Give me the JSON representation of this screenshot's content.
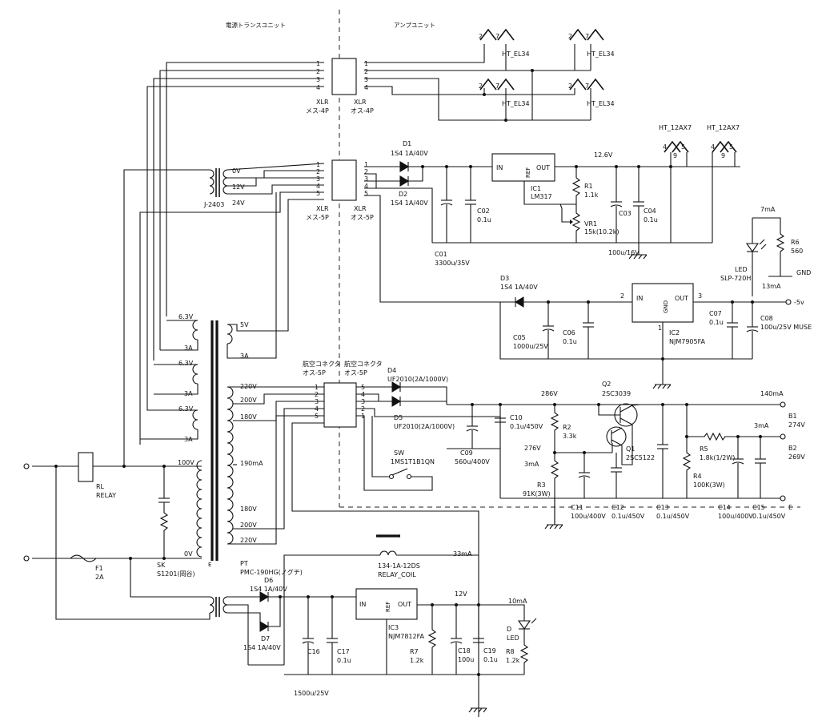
{
  "headers": {
    "left": "電源トランスユニット",
    "right": "アンプユニット"
  },
  "connectors": {
    "xlr4_left": "XLR",
    "xlr4_left_sub": "メス-4P",
    "xlr4_right": "XLR",
    "xlr4_right_sub": "オス-4P",
    "xlr5_left": "XLR",
    "xlr5_left_sub": "メス-5P",
    "xlr5_right": "XLR",
    "xlr5_right_sub": "オス-5P",
    "air_left": "航空コネクタ",
    "air_left_sub": "オス-5P",
    "air_right": "航空コネクタ",
    "air_right_sub": "オス-5P"
  },
  "pins": [
    "1",
    "2",
    "3",
    "4",
    "5"
  ],
  "air_pins_right": [
    "5",
    "4",
    "3",
    "2",
    "1"
  ],
  "tubes": {
    "el34": "HT_EL34",
    "ax7": "HT_12AX7",
    "pin2": "2",
    "pin7": "7",
    "pin4": "4",
    "pin5": "5",
    "pin9": "9"
  },
  "labels": {
    "d1": "D1",
    "d1_val": "1S4 1A/40V",
    "d2": "D2",
    "d2_val": "1S4 1A/40V",
    "ic1_in": "IN",
    "ic1_ref": "REF",
    "ic1_out": "OUT",
    "ic1": "IC1",
    "ic1_val": "LM317",
    "v126": "12.6V",
    "r1": "R1",
    "r1_val": "1.1k",
    "vr1": "VR1",
    "vr1_val": "15k(10.2k)",
    "c03": "C03",
    "c04": "C04",
    "c04_val": "0.1u",
    "c03_val": "100u/16V",
    "c02": "C02",
    "c02_val": "0.1u",
    "c01": "C01",
    "c01_val": "3300u/35V",
    "j2403": "J-2403",
    "t0v": "0V",
    "t12v": "12V",
    "t24v": "24V",
    "ma7": "7mA",
    "r6": "R6",
    "r6_val": "560",
    "gnd": "GND",
    "led": "LED",
    "led_val": "SLP-720H",
    "ma13": "13mA",
    "d3": "D3",
    "d3_val": "1S4 1A/40V",
    "ic2_in": "IN",
    "ic2_gnd": "GND",
    "ic2_out": "OUT",
    "ic2_p1": "1",
    "ic2_p2": "2",
    "ic2_p3": "3",
    "ic2": "IC2",
    "ic2_val": "NJM7905FA",
    "m5v": "-5v",
    "c05": "C05",
    "c05_val": "1000u/25V",
    "c06": "C06",
    "c06_val": "0.1u",
    "c07": "C07",
    "c07_val": "0.1u",
    "c08": "C08",
    "c08_val": "100u/25V MUSE",
    "h63a": "6.3V",
    "h3a": "3A",
    "h5v": "5V",
    "h3a2": "3A",
    "h63b": "6.3V",
    "h3b": "3A",
    "h63c": "6.3V",
    "h3c": "3A",
    "p220a": "220V",
    "p200a": "200V",
    "p180a": "180V",
    "p190ma": "190mA",
    "p180b": "180V",
    "p200b": "200V",
    "p220b": "220V",
    "p100v": "100V",
    "p0v": "0V",
    "d4": "D4",
    "d4_val": "UF2010(2A/1000V)",
    "d5": "D5",
    "d5_val": "UF2010(2A/1000V)",
    "v286": "286V",
    "q2": "Q2",
    "q2_val": "2SC3039",
    "ma140": "140mA",
    "b1": "B1",
    "b1_val": "274V",
    "r2": "R2",
    "r2_val": "3.3k",
    "v276": "276V",
    "ma3a": "3mA",
    "r3": "R3",
    "r3_val": "91K(3W)",
    "q1": "Q1",
    "q1_val": "2SC5122",
    "c09": "C09",
    "c09_val": "560u/400V",
    "c10": "C10",
    "c10_val": "0.1u/450V",
    "c11": "C11",
    "c11_val": "100u/400V",
    "c12": "C12",
    "c12_val": "0.1u/450V",
    "c13": "C13",
    "c13_val": "0.1u/450V",
    "r4": "R4",
    "r4_val": "100K(3W)",
    "r5": "R5",
    "r5_val": "1.8k(1/2W)",
    "ma3b": "3mA",
    "b2": "B2",
    "b2_val": "269V",
    "c14": "C14",
    "c14_val": "100u/400V",
    "c15": "C15",
    "c15_val": "0.1u/450V",
    "e": "E",
    "sw": "SW",
    "sw_val": "1MS1T1B1QN",
    "rl": "RL",
    "rl_val": "RELAY",
    "f1": "F1",
    "f1_val": "2A",
    "sk": "SK",
    "sk_val": "S1201(岡谷)",
    "pt": "PT",
    "pt_val": "PMC-190HG(ノグチ)",
    "e_small": "E",
    "coil": "134-1A-12DS",
    "coil_val": "RELAY_COIL",
    "ma33": "33mA",
    "d6": "D6",
    "d6_val": "1S4 1A/40V",
    "d7": "D7",
    "d7_val": "1S4 1A/40V",
    "ic3_in": "IN",
    "ic3_ref": "REF",
    "ic3_out": "OUT",
    "ic3": "IC3",
    "ic3_val": "NJM7812FA",
    "v12": "12V",
    "ma10": "10mA",
    "d_led": "D",
    "d_led_val": "LED",
    "c16": "C16",
    "c17": "C17",
    "c17_val": "0.1u",
    "c16_val": "1500u/25V",
    "r7": "R7",
    "r7_val": "1.2k",
    "c18": "C18",
    "c18_val": "100u",
    "c19": "C19",
    "c19_val": "0.1u",
    "r8": "R8",
    "r8_val": "1.2k"
  }
}
